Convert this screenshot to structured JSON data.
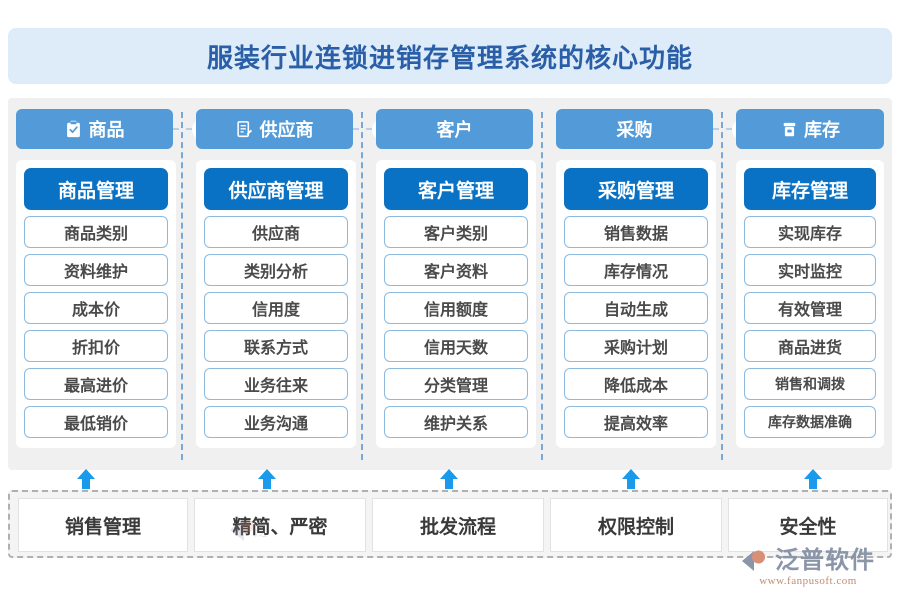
{
  "title": "服装行业连锁进销存管理系统的核心功能",
  "tabs": [
    {
      "label": "商品",
      "icon": "clipboard-check-icon",
      "has_icon": true
    },
    {
      "label": "供应商",
      "icon": "document-pen-icon",
      "has_icon": true
    },
    {
      "label": "客户",
      "icon": "",
      "has_icon": false
    },
    {
      "label": "采购",
      "icon": "",
      "has_icon": false
    },
    {
      "label": "库存",
      "icon": "box-archive-icon",
      "has_icon": true
    }
  ],
  "connector_icon": "chevron-right-icon",
  "columns": [
    {
      "header": "商品管理",
      "items": [
        "商品类别",
        "资料维护",
        "成本价",
        "折扣价",
        "最高进价",
        "最低销价"
      ]
    },
    {
      "header": "供应商管理",
      "items": [
        "供应商",
        "类别分析",
        "信用度",
        "联系方式",
        "业务往来",
        "业务沟通"
      ]
    },
    {
      "header": "客户管理",
      "items": [
        "客户类别",
        "客户资料",
        "信用额度",
        "信用天数",
        "分类管理",
        "维护关系"
      ]
    },
    {
      "header": "采购管理",
      "items": [
        "销售数据",
        "库存情况",
        "自动生成",
        "采购计划",
        "降低成本",
        "提高效率"
      ]
    },
    {
      "header": "库存管理",
      "items": [
        "实现库存",
        "实时监控",
        "有效管理",
        "商品进货",
        "销售和调拨",
        "库存数据准确"
      ]
    }
  ],
  "footer": {
    "boxes": [
      "销售管理",
      "精简、严密",
      "批发流程",
      "权限控制",
      "安全性"
    ],
    "arrow_icon": "arrow-up-icon"
  },
  "logo": {
    "name": "泛普软件",
    "url": "www.fanpusoft.com",
    "mark": "fanpu-logo-mark"
  },
  "colors": {
    "title_bar_bg": "#ddecf8",
    "title_text": "#2a5fa8",
    "panel_bg": "#f0f0f0",
    "tab_bg": "#539bd8",
    "col_head_bg": "#0a72c4",
    "item_border": "#8cb9de",
    "arrow": "#1a9aeb",
    "separator": "#7aa8d6"
  }
}
